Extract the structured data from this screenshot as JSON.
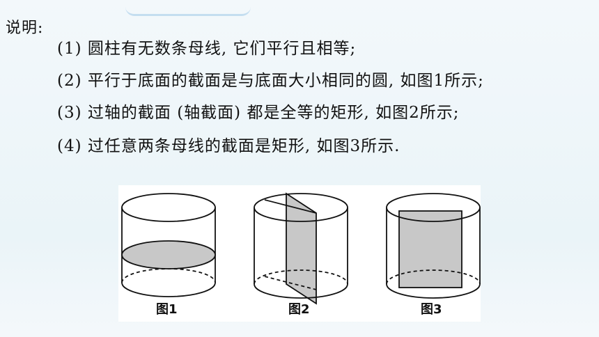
{
  "page": {
    "label": "说明:",
    "items": [
      "(1) 圆柱有无数条母线, 它们平行且相等;",
      "(2) 平行于底面的截面是与底面大小相同的圆, 如图1所示;",
      "(3) 过轴的截面 (轴截面) 都是全等的矩形, 如图2所示;",
      "(4) 过任意两条母线的截面是矩形, 如图3所示."
    ]
  },
  "figures": [
    {
      "caption": "图1"
    },
    {
      "caption": "图2"
    },
    {
      "caption": "图3"
    }
  ],
  "colors": {
    "background": "#eef5f9",
    "shade": "#c8c8c8",
    "line": "#111111"
  }
}
